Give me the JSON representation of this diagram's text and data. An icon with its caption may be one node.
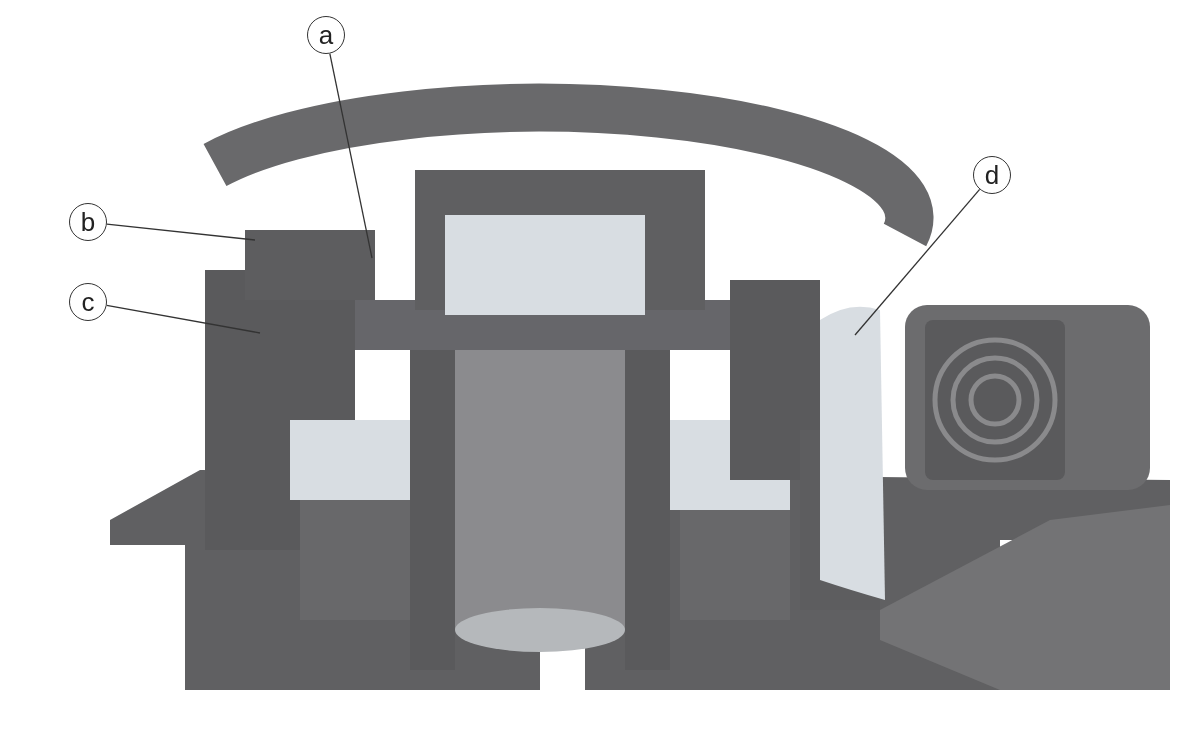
{
  "diagram": {
    "nodes": [
      {
        "text": [
          "a"
        ]
      },
      {
        "text": [
          "b"
        ]
      },
      {
        "text": [
          "c"
        ]
      },
      {
        "text": [
          "d"
        ]
      }
    ],
    "edges": [
      {
        "from": 0,
        "to": null,
        "arrow": "none"
      },
      {
        "from": 1,
        "to": null,
        "arrow": "none"
      },
      {
        "from": 2,
        "to": null,
        "arrow": "none"
      },
      {
        "from": 3,
        "to": null,
        "arrow": "none"
      }
    ]
  }
}
